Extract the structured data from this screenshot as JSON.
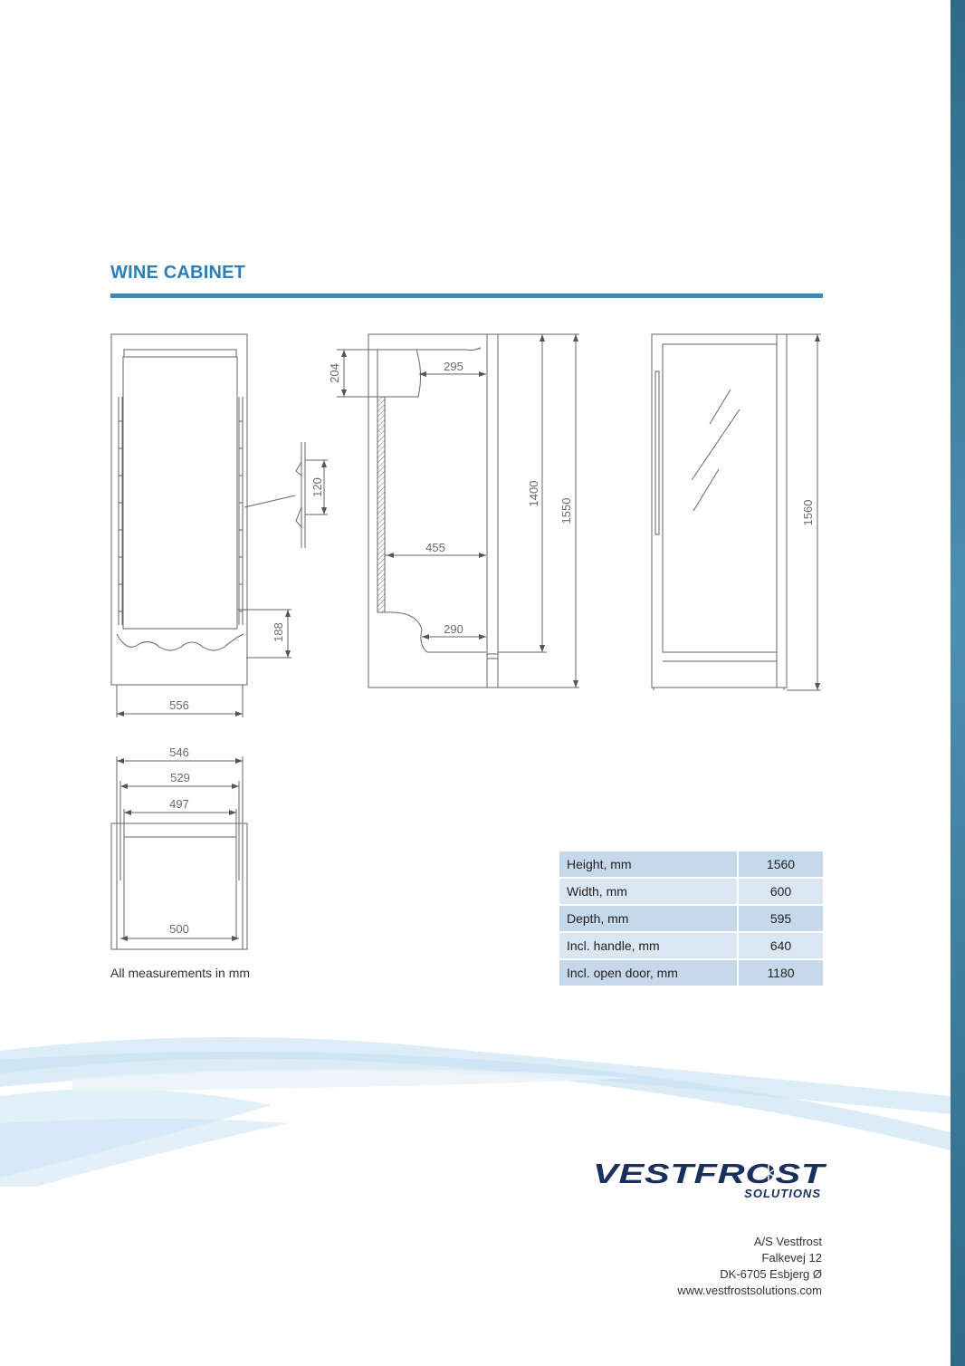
{
  "page": {
    "title": "WINE CABINET",
    "note": "All measurements in mm",
    "colors": {
      "accent": "#3d88bd",
      "sidebar": "#2f6b86",
      "table_dark": "#c5d9ea",
      "table_light": "#dae7f2"
    }
  },
  "dimensions": {
    "front_width": "556",
    "shelf_pitch": "120",
    "bottom_clearance": "188",
    "top_depth": "204",
    "top_shelf_depth": "295",
    "mid_shelf_depth": "455",
    "bottom_shelf_depth": "290",
    "inner_height": "1400",
    "body_height": "1550",
    "total_height": "1560",
    "top_width_outer": "546",
    "top_width_mid": "529",
    "top_width_inner": "497",
    "top_width_bottom": "500"
  },
  "specs": [
    {
      "label": "Height, mm",
      "value": "1560"
    },
    {
      "label": "Width, mm",
      "value": "600"
    },
    {
      "label": "Depth, mm",
      "value": "595"
    },
    {
      "label": "Incl. handle, mm",
      "value": "640"
    },
    {
      "label": "Incl. open door, mm",
      "value": "1180"
    }
  ],
  "brand": {
    "name": "VESTFROST",
    "tagline": "SOLUTIONS",
    "icon": "snowflake-icon"
  },
  "address": {
    "company": "A/S Vestfrost",
    "street": "Falkevej 12",
    "city": "DK-6705 Esbjerg Ø",
    "web": "www.vestfrostsolutions.com"
  }
}
